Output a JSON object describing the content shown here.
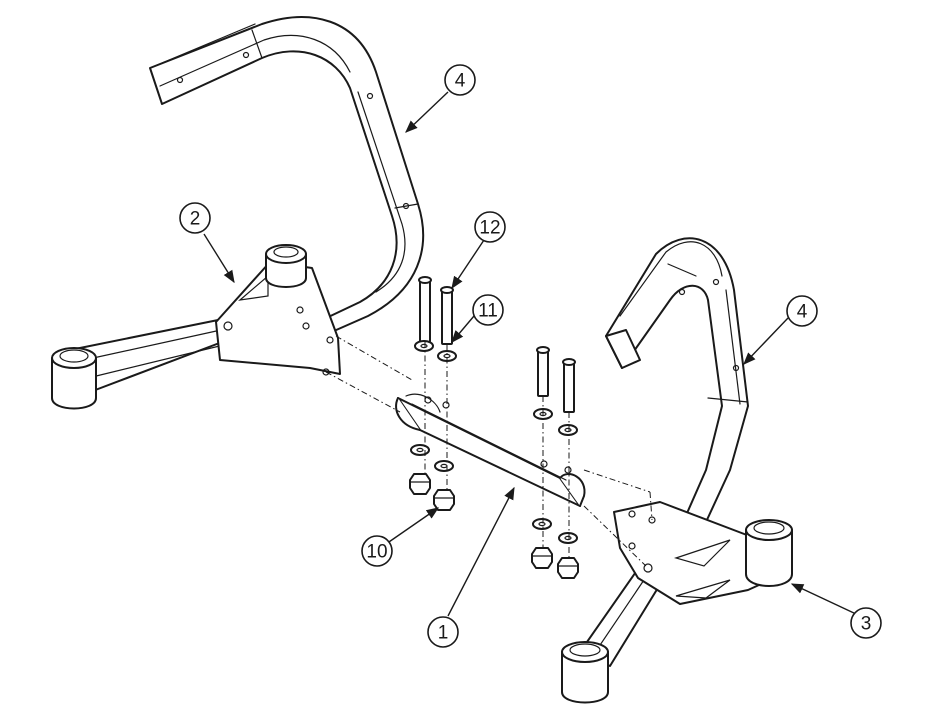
{
  "callouts": [
    {
      "id": "c1",
      "label": "1"
    },
    {
      "id": "c2",
      "label": "2"
    },
    {
      "id": "c3",
      "label": "3"
    },
    {
      "id": "c4a",
      "label": "4"
    },
    {
      "id": "c4b",
      "label": "4"
    },
    {
      "id": "c10",
      "label": "10"
    },
    {
      "id": "c11",
      "label": "11"
    },
    {
      "id": "c12",
      "label": "12"
    }
  ],
  "colors": {
    "line": "#1a1a1a",
    "background": "#ffffff"
  }
}
